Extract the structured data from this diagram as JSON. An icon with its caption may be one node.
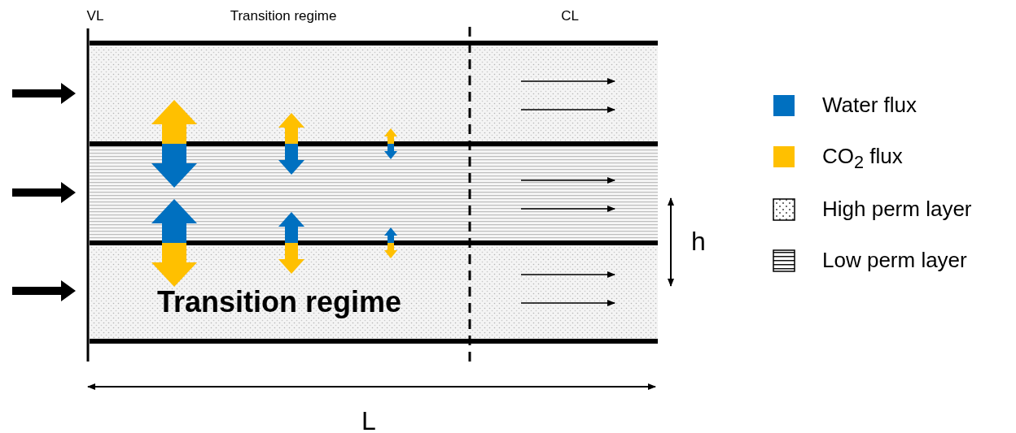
{
  "diagram": {
    "labels": [
      "VL",
      "Transition regime",
      "CL",
      "Transition regime",
      "h",
      "L"
    ],
    "legend": [
      {
        "text": "Water flux",
        "color": "#0070c0"
      },
      {
        "text": "CO$_{2}$ flux",
        "color": "#ffc000"
      },
      {
        "text": "High perm layer"
      },
      {
        "text": "Low perm layer"
      }
    ]
  }
}
